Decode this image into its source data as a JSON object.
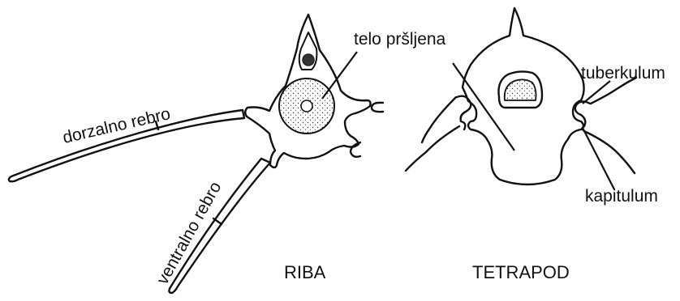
{
  "labels": {
    "telo": "telo pršljena",
    "tuberkulum": "tuberkulum",
    "kapitulum": "kapitulum",
    "dorzalno": "dorzalno rebro",
    "ventralno": "ventralno rebro",
    "riba": "RIBA",
    "tetrapod": "TETRAPOD"
  },
  "colors": {
    "ink": "#111111",
    "fill": "#ffffff",
    "stipple": "#333333"
  }
}
